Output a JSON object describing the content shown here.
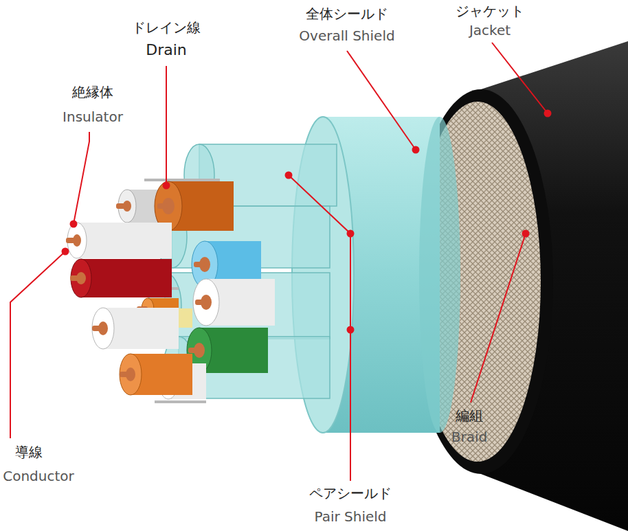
{
  "diagram": {
    "labels": [
      "ドレイン線",
      "Drain",
      "全体シールド",
      "Overall Shield",
      "ジャケット",
      "Jacket",
      "絶縁体",
      "Insulator",
      "導線",
      "Conductor",
      "編組",
      "Braid",
      "ペアシールド",
      "Pair Shield"
    ]
  }
}
